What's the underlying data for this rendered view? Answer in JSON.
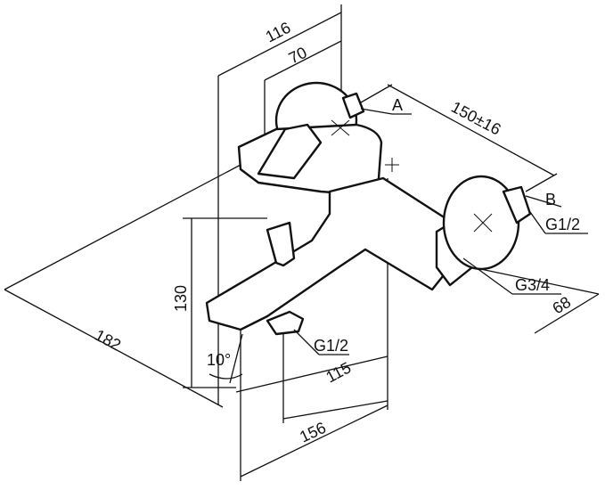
{
  "drawing": {
    "dimensions": {
      "width_top": "116",
      "lever_offset": "70",
      "center_distance": "150±16",
      "depth": "68",
      "overall_length": "182",
      "height": "130",
      "spout_offset": "115",
      "spout_reach": "156",
      "spout_angle": "10°"
    },
    "callouts": {
      "a": "A",
      "b": "B",
      "inlet_thread": "G1/2",
      "connection_thread": "G3/4",
      "outlet_thread": "G1/2"
    }
  }
}
